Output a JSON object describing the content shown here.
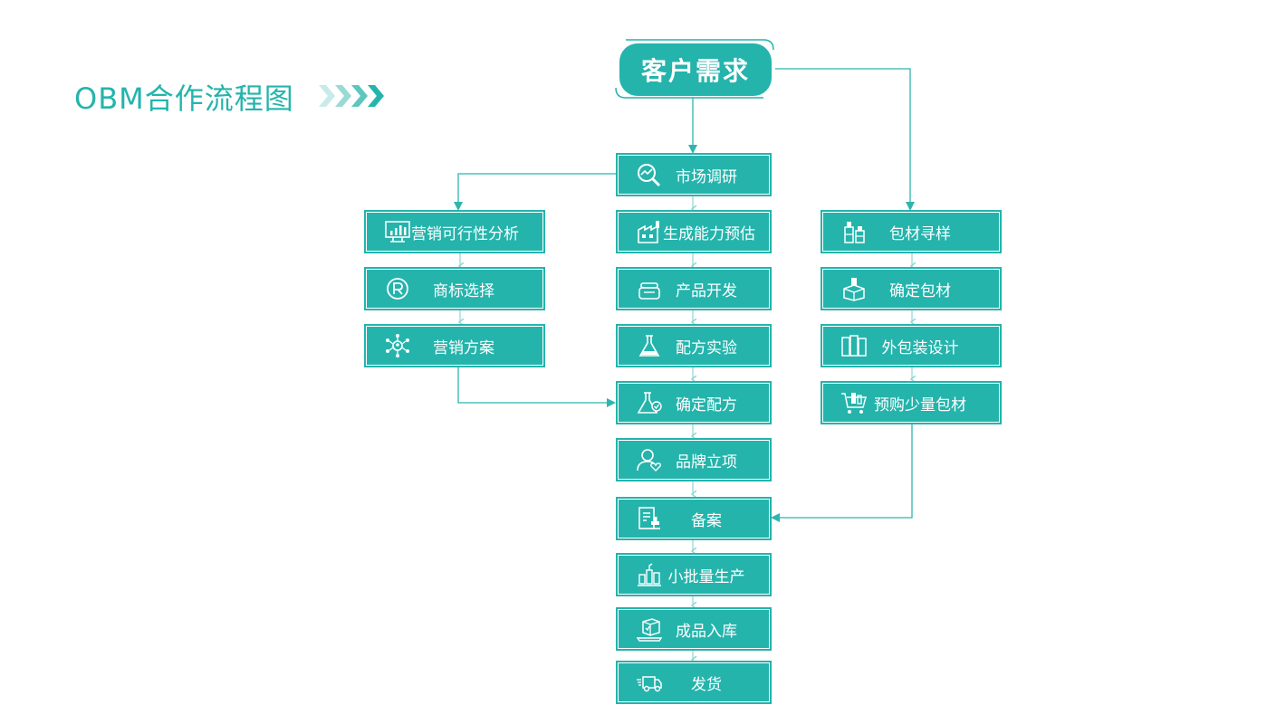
{
  "title": "OBM合作流程图",
  "colors": {
    "accent": "#24b4ac",
    "line": "#2fb5ad",
    "text_on_accent": "#ffffff"
  },
  "top_node": "客户需求",
  "center_column": [
    {
      "label": "市场调研",
      "icon": "magnifier-chart-icon"
    },
    {
      "label": "生成能力预估",
      "icon": "factory-icon"
    },
    {
      "label": "产品开发",
      "icon": "cream-jar-icon"
    },
    {
      "label": "配方实验",
      "icon": "flask-icon"
    },
    {
      "label": "确定配方",
      "icon": "flask-check-icon"
    },
    {
      "label": "品牌立项",
      "icon": "user-heart-icon"
    },
    {
      "label": "备案",
      "icon": "document-stamp-icon"
    },
    {
      "label": "小批量生产",
      "icon": "production-line-icon"
    },
    {
      "label": "成品入库",
      "icon": "warehouse-box-icon"
    },
    {
      "label": "发货",
      "icon": "delivery-truck-icon"
    }
  ],
  "left_column": [
    {
      "label": "营销可行性分析",
      "icon": "monitor-chart-icon"
    },
    {
      "label": "商标选择",
      "icon": "registered-mark-icon"
    },
    {
      "label": "营销方案",
      "icon": "network-people-icon"
    }
  ],
  "right_column": [
    {
      "label": "包材寻样",
      "icon": "bottles-icon"
    },
    {
      "label": "确定包材",
      "icon": "package-bottles-icon"
    },
    {
      "label": "外包装设计",
      "icon": "boxes-design-icon"
    },
    {
      "label": "预购少量包材",
      "icon": "shopping-cart-icon"
    }
  ]
}
